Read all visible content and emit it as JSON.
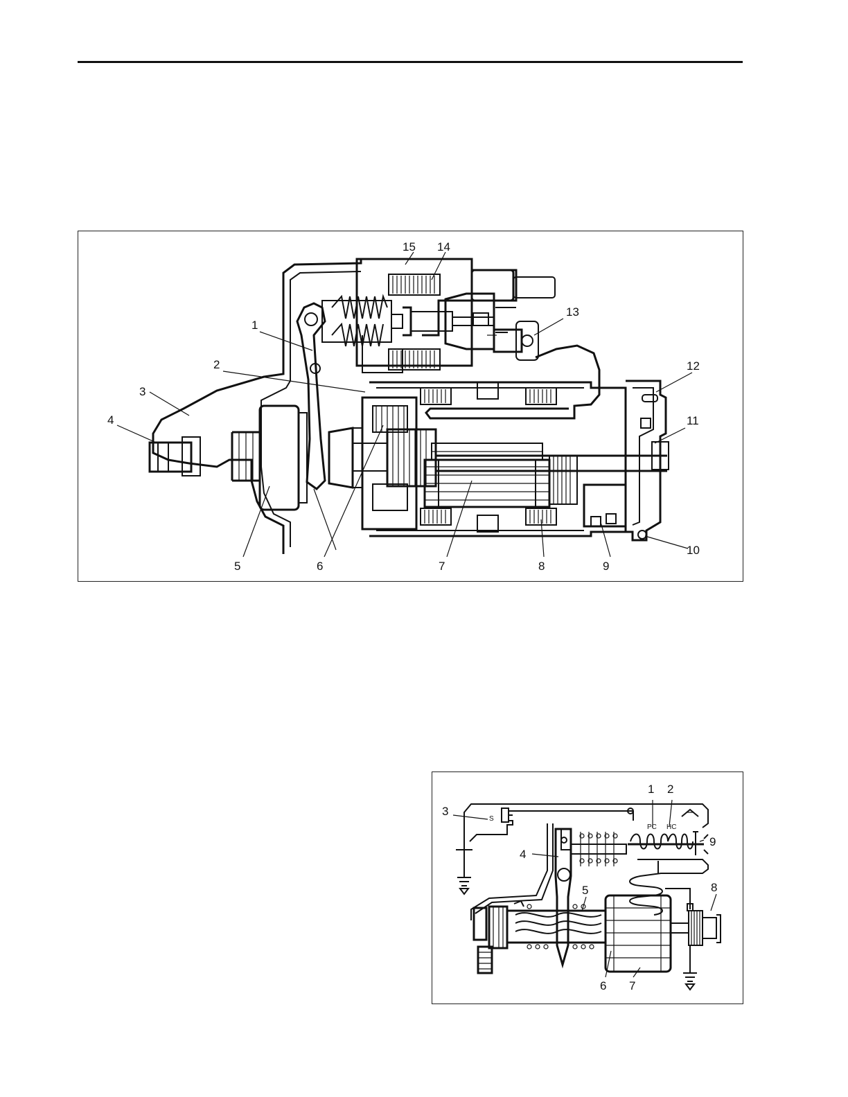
{
  "figure_1": {
    "callouts": [
      "1",
      "2",
      "3",
      "4",
      "5",
      "6",
      "7",
      "8",
      "9",
      "10",
      "11",
      "12",
      "13",
      "14",
      "15"
    ]
  },
  "figure_2": {
    "callouts": [
      "1",
      "2",
      "3",
      "4",
      "5",
      "6",
      "7",
      "8",
      "9"
    ],
    "labels": {
      "s": "S",
      "pc": "PC",
      "hc": "HC"
    }
  }
}
